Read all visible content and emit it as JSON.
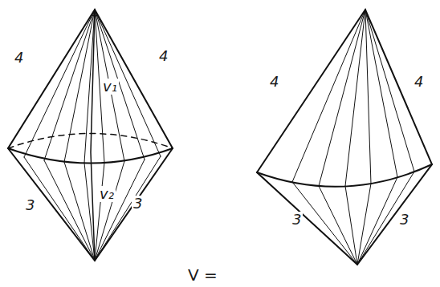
{
  "diagram": {
    "labels": [
      "4",
      "4",
      "v₁",
      "v₂",
      "3",
      "3",
      "4",
      "4",
      "3",
      "3",
      "V ="
    ]
  }
}
